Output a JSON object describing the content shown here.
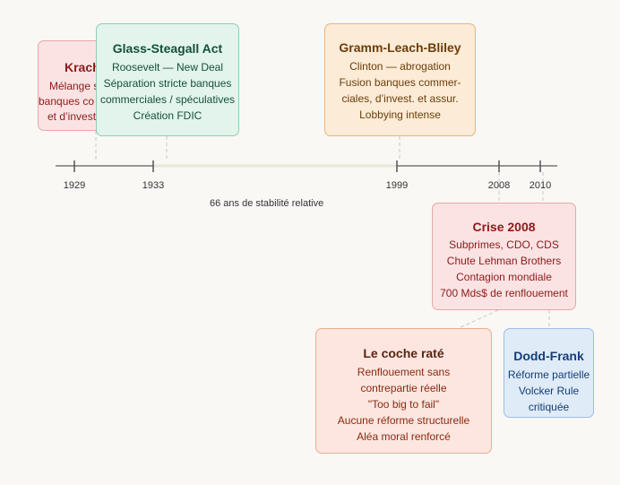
{
  "years": [
    "1929",
    "1933",
    "1999",
    "2008",
    "2010"
  ],
  "stability_note": "66 ans de stabilité relative",
  "krach": {
    "title": "Krach",
    "lines": [
      "Mélange s",
      "banques co",
      "et d’invest"
    ]
  },
  "glass": {
    "title": "Glass-Steagall Act",
    "lines": [
      "Roosevelt — New Deal",
      "Séparation stricte banques",
      "commerciales / spéculatives",
      "Création FDIC"
    ]
  },
  "gramm": {
    "title": "Gramm-Leach-Bliley",
    "lines": [
      "Clinton — abrogation",
      "Fusion banques commer-",
      "ciales, d’invest. et assur.",
      "Lobbying intense"
    ]
  },
  "crise": {
    "title": "Crise 2008",
    "lines": [
      "Subprimes, CDO, CDS",
      "Chute Lehman Brothers",
      "Contagion mondiale",
      "700 Mds$ de renflouement"
    ]
  },
  "coche": {
    "title": "Le coche raté",
    "lines": [
      "Renflouement sans",
      "contrepartie réelle",
      "\"Too big to fail\"",
      "Aucune réforme structurelle",
      "Aléa moral renforcé"
    ]
  },
  "dodd": {
    "title": "Dodd-Frank",
    "lines": [
      "Réforme partielle",
      "Volcker Rule",
      "critiquée"
    ]
  },
  "colors": {
    "red_text": "#8b1a1a",
    "red_bg": "#fbe3e3",
    "red_border": "#e8a6a6",
    "green_text": "#14503a",
    "green_bg": "#e2f4ec",
    "green_border": "#8ccfb0",
    "orange_text": "#6b3d0a",
    "orange_bg": "#fcebd6",
    "orange_border": "#e8b57c",
    "coche_bg": "#fde6df",
    "coche_border": "#efa993",
    "coche_title": "#5a2412",
    "coche_text": "#8a2a10",
    "blue_text": "#123f7a",
    "blue_bg": "#e0ebf8",
    "blue_border": "#9dbde6"
  }
}
